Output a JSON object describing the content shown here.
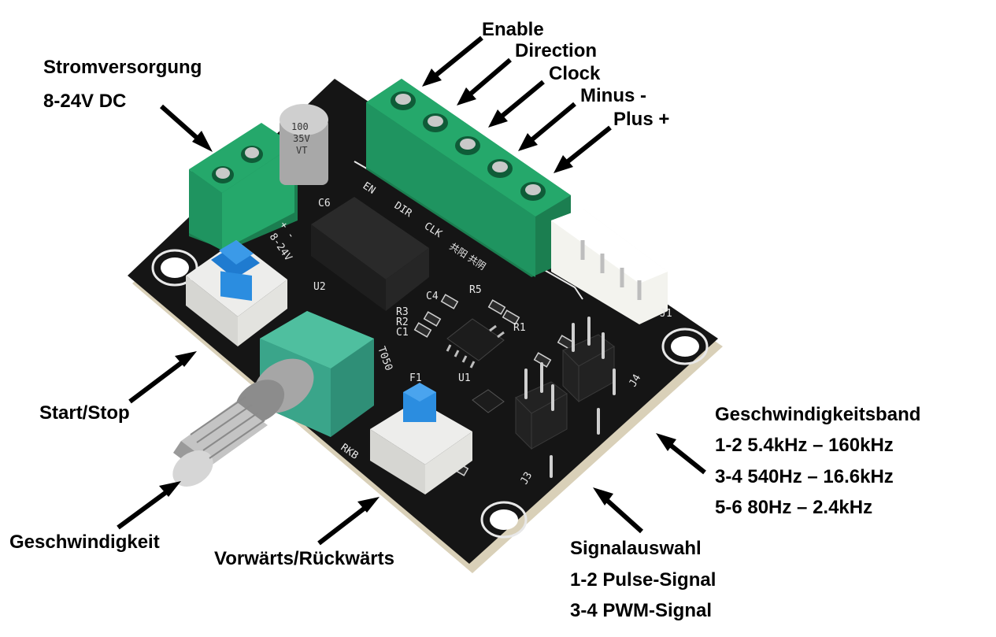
{
  "labels": {
    "power_title": "Stromversorgung",
    "power_voltage": "8-24V DC",
    "enable": "Enable",
    "direction": "Direction",
    "clock": "Clock",
    "minus": "Minus -",
    "plus": "Plus +",
    "start_stop": "Start/Stop",
    "speed": "Geschwindigkeit",
    "fwd_rev": "Vorwärts/Rückwärts",
    "band_title": "Geschwindigkeitsband",
    "band_1": "1-2 5.4kHz – 160kHz",
    "band_2": "3-4 540Hz – 16.6kHz",
    "band_3": "5-6 80Hz – 2.4kHz",
    "signal_title": "Signalauswahl",
    "signal_1": "1-2 Pulse-Signal",
    "signal_2": "3-4 PWM-Signal"
  },
  "silkscreen": {
    "cap_value": "100",
    "cap_voltage": "35V",
    "cap_series": "VT",
    "c6": "C6",
    "en": "EN",
    "dir": "DIR",
    "clk": "CLK",
    "plus_minus": "+ -",
    "v_in": "8-24V",
    "u1": "U1",
    "u2": "U2",
    "c1": "C1",
    "c4": "C4",
    "r1": "R1",
    "r2": "R2",
    "r3": "R3",
    "r5": "R5",
    "f1": "F1",
    "j1": "J1",
    "j3": "J3",
    "j4": "J4",
    "rkb": "RKB",
    "pot": "T050",
    "cn": "共阳 共阴"
  },
  "colors": {
    "pcb": "#151515",
    "pcb_edge": "#d9d0b8",
    "terminal": "#25a86b",
    "terminal_dark": "#1b7e50",
    "button_cap": "#2b8de0",
    "button_body": "#f3f3f0",
    "pot_body": "#3aa58a",
    "metal": "#b8b8b8"
  }
}
